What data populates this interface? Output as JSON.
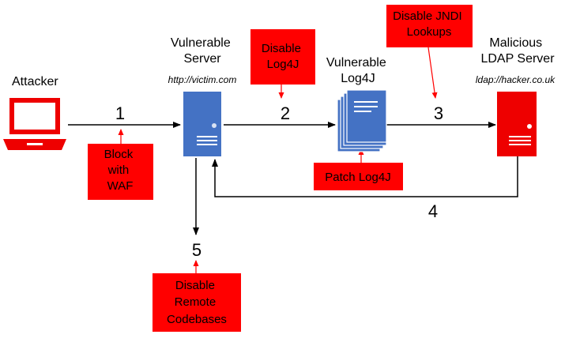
{
  "colors": {
    "mitigation_fill": "#ff0000",
    "mitigation_text": "#000000",
    "server_blue": "#4472c4",
    "malicious_red": "#ee0000",
    "line": "#000000",
    "mitigation_arrow": "#ff0000"
  },
  "nodes": {
    "attacker": {
      "label": "Attacker",
      "icon": "laptop-icon"
    },
    "vulnerable_server": {
      "label": [
        "Vulnerable",
        "Server"
      ],
      "url": "http://victim.com",
      "icon": "server-icon"
    },
    "vulnerable_log4j": {
      "label": [
        "Vulnerable",
        "Log4J"
      ],
      "icon": "document-stack-icon"
    },
    "malicious_ldap": {
      "label": [
        "Malicious",
        "LDAP Server"
      ],
      "url": "ldap://hacker.co.uk",
      "icon": "server-icon"
    }
  },
  "steps": [
    "1",
    "2",
    "3",
    "4",
    "5"
  ],
  "mitigations": {
    "block_waf": [
      "Block",
      "with",
      "WAF"
    ],
    "disable_log4j": [
      "Disable",
      "Log4J"
    ],
    "disable_jndi": [
      "Disable JNDI",
      "Lookups"
    ],
    "patch_log4j": [
      "Patch Log4J"
    ],
    "disable_remote": [
      "Disable",
      "Remote",
      "Codebases"
    ]
  }
}
